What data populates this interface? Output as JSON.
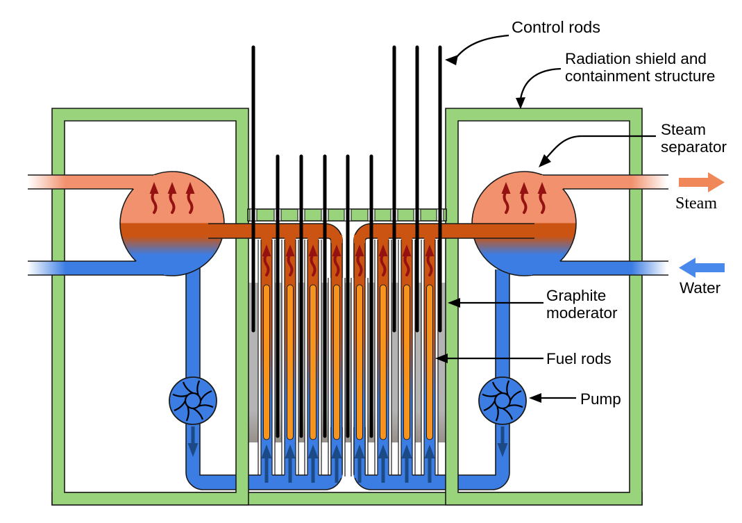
{
  "labels": {
    "control_rods": "Control rods",
    "radiation_shield_line1": "Radiation shield and",
    "radiation_shield_line2": "containment structure",
    "steam_separator_line1": "Steam",
    "steam_separator_line2": "separator",
    "steam_flow": "Steam",
    "water_flow": "Water",
    "graphite_moderator_line1": "Graphite",
    "graphite_moderator_line2": "moderator",
    "fuel_rods": "Fuel rods",
    "pump": "Pump"
  },
  "counts": {
    "control_rods": 9,
    "fuel_channels": 8,
    "fuel_rods": 8,
    "steam_separators": 2,
    "pumps": 2
  },
  "colors": {
    "containment_green": "#99D37C",
    "steam_salmon": "#F2916D",
    "hot_flow_orange": "#CB5413",
    "water_blue": "#3B7DE3",
    "fuel_orange": "#F7941E",
    "moderator_gray": "#B4B4B4",
    "bubble_red": "#951212",
    "flow_arrow_navy": "#1C4A86",
    "steam_arrow": "#F08758",
    "water_arrow": "#4A89EC",
    "outline": "#1A1A1A"
  }
}
